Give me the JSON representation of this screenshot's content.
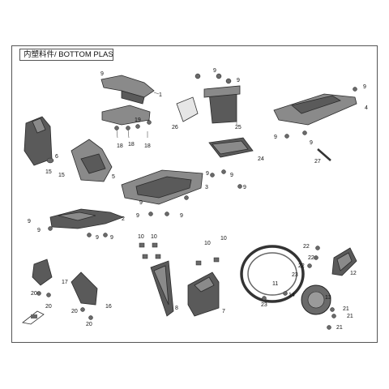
{
  "title": "内塑料件/ BOTTOM PLASTICS",
  "callouts": {
    "c1": "1",
    "c2": "2",
    "c3": "3",
    "c4": "4",
    "c5": "5",
    "c6": "6",
    "c7": "7",
    "c8": "8",
    "c9a": "9",
    "c9b": "9",
    "c9c": "9",
    "c9d": "9",
    "c9e": "9",
    "c9f": "9",
    "c9g": "9",
    "c9h": "9",
    "c9i": "9",
    "c9j": "9",
    "c9k": "9",
    "c9l": "9",
    "c9m": "9",
    "c9n": "9",
    "c9o": "9",
    "c9p": "9",
    "c10a": "10",
    "c10b": "10",
    "c10c": "10",
    "c10d": "10",
    "c11": "11",
    "c12": "12",
    "c13": "13",
    "c14": "14",
    "c15a": "15",
    "c15b": "15",
    "c16": "16",
    "c17": "17",
    "c18a": "18",
    "c18b": "18",
    "c18c": "18",
    "c19": "19",
    "c20a": "20",
    "c20b": "20",
    "c20c": "20",
    "c20d": "20",
    "c21a": "21",
    "c21b": "21",
    "c21c": "21",
    "c22a": "22",
    "c22b": "22",
    "c22c": "22",
    "c23a": "23",
    "c23b": "23",
    "c24": "24",
    "c25": "25",
    "c26": "26",
    "c27": "27"
  }
}
